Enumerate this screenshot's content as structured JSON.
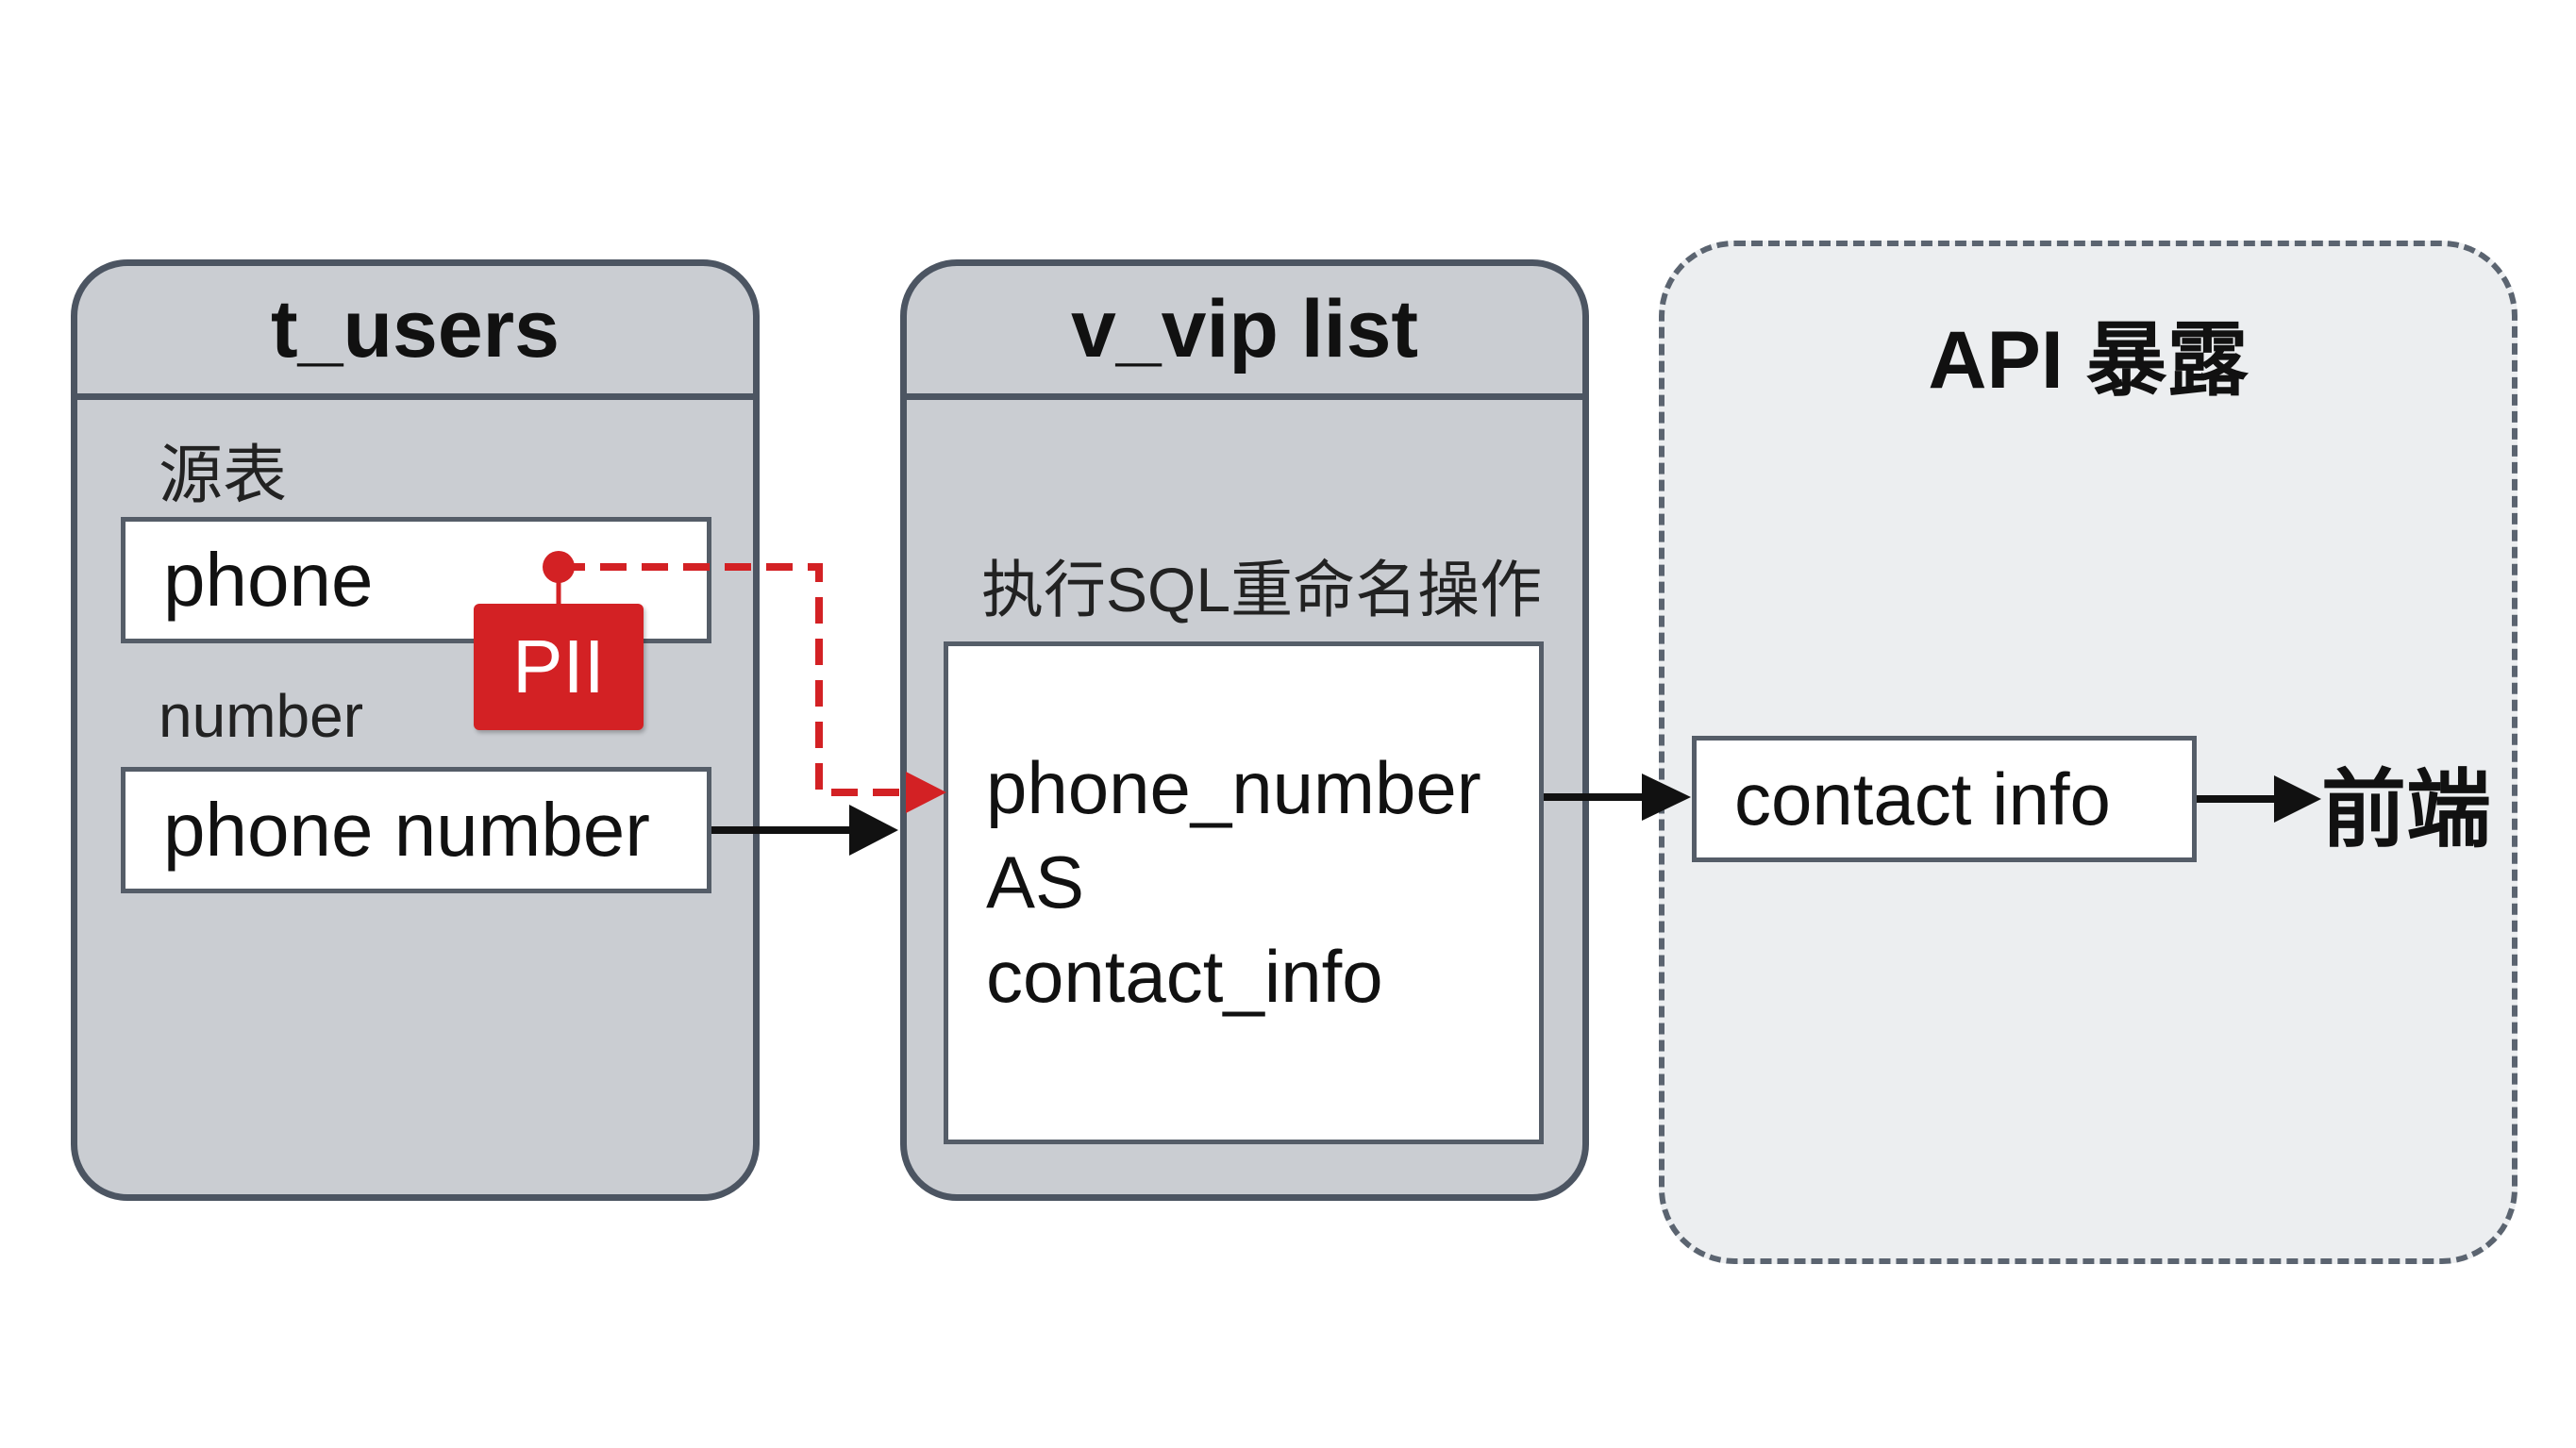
{
  "source_table": {
    "title": "t_users",
    "subtitle": "源表",
    "field_phone": "phone",
    "field_number_label": "number",
    "field_phone_number": "phone number",
    "pii_badge": "PII"
  },
  "view": {
    "title": "v_vip list",
    "operation_label": "执行SQL重命名操作",
    "sql_lines": [
      "phone_number",
      "AS",
      "contact_info"
    ]
  },
  "api": {
    "title": "API 暴露",
    "field": "contact info",
    "target": "前端"
  },
  "colors": {
    "panel_fill": "#cacdd2",
    "panel_border": "#4c5562",
    "api_fill": "#eceef0",
    "pii_red": "#d32124",
    "arrow_black": "#111111"
  }
}
